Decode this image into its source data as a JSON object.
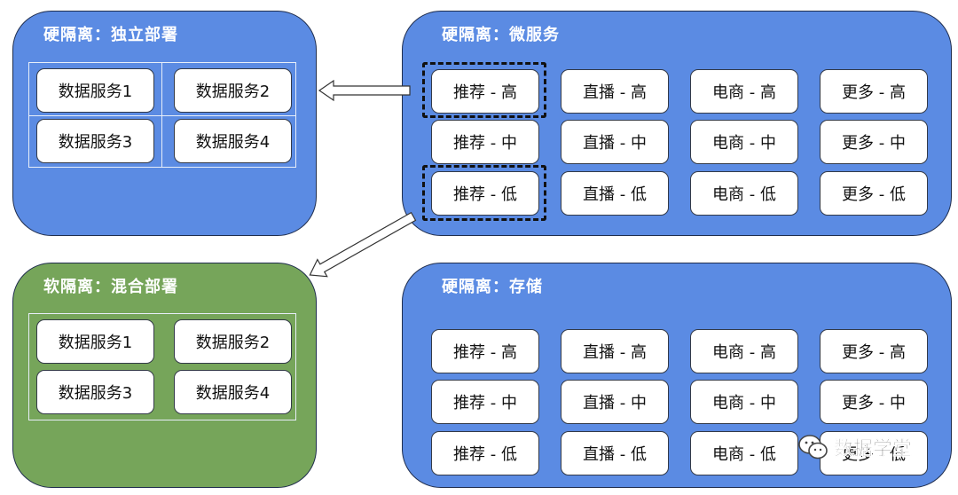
{
  "panels": {
    "hard_independent": {
      "title": "硬隔离：独立部署"
    },
    "hard_micro": {
      "title": "硬隔离：微服务"
    },
    "soft_mixed": {
      "title": "软隔离：混合部署"
    },
    "hard_storage": {
      "title": "硬隔离：存储"
    }
  },
  "data_services": [
    "数据服务1",
    "数据服务2",
    "数据服务3",
    "数据服务4"
  ],
  "tiers": [
    [
      "推荐 - 高",
      "直播 - 高",
      "电商 - 高",
      "更多 - 高"
    ],
    [
      "推荐 - 中",
      "直播 - 中",
      "电商 - 中",
      "更多 - 中"
    ],
    [
      "推荐 - 低",
      "直播 - 低",
      "电商 - 低",
      "更多 - 低"
    ]
  ],
  "watermark": {
    "text": "数据学堂"
  }
}
